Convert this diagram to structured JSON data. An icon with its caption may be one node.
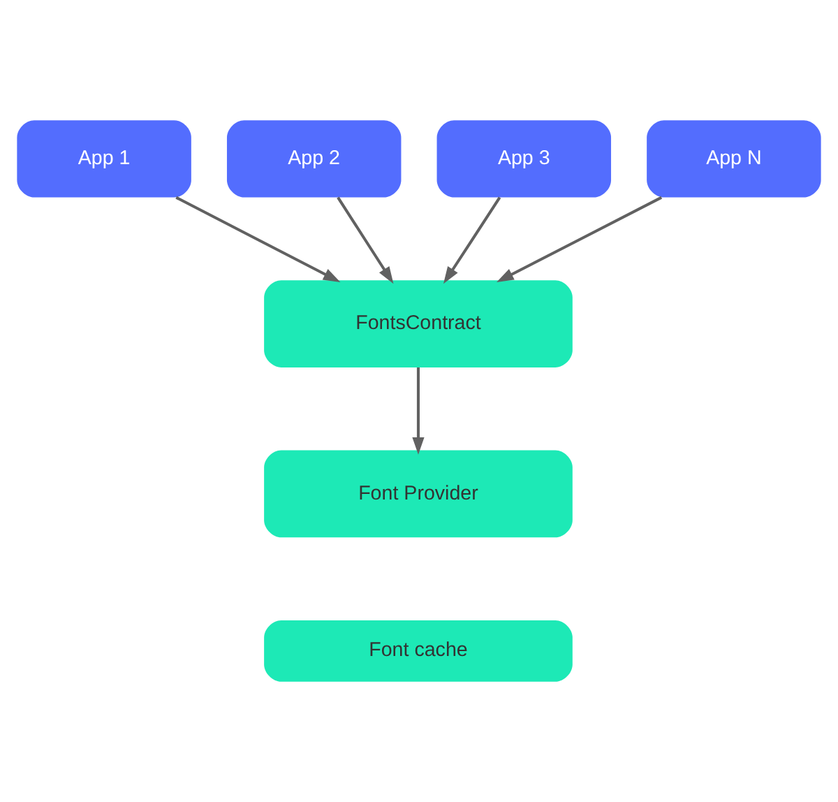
{
  "diagram": {
    "nodes": [
      {
        "text": [
          "App 1"
        ]
      },
      {
        "text": [
          "App 2"
        ]
      },
      {
        "text": [
          "App 3"
        ]
      },
      {
        "text": [
          "App N"
        ]
      },
      {
        "text": [
          "FontsContract"
        ]
      },
      {
        "text": [
          "Font Provider"
        ]
      },
      {
        "text": [
          "Font cache"
        ]
      }
    ],
    "edges": [
      {
        "from": 0,
        "to": 4,
        "arrow": "to"
      },
      {
        "from": 1,
        "to": 4,
        "arrow": "to"
      },
      {
        "from": 2,
        "to": 4,
        "arrow": "to"
      },
      {
        "from": 3,
        "to": 4,
        "arrow": "to"
      },
      {
        "from": 4,
        "to": 5,
        "arrow": "to"
      }
    ]
  }
}
